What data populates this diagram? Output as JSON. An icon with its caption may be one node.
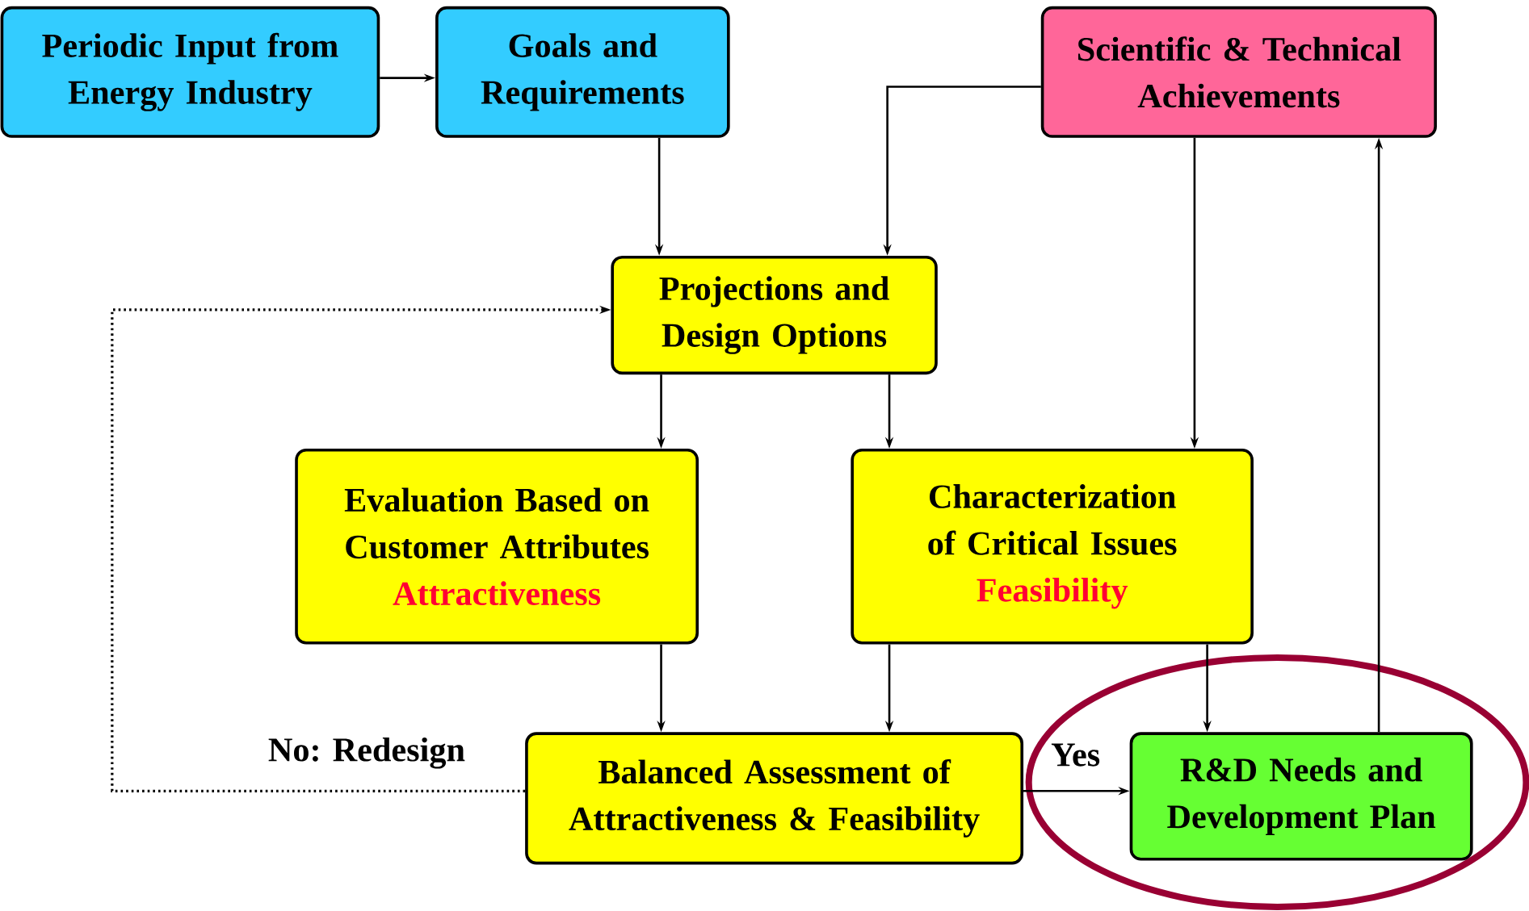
{
  "diagram": {
    "nodes": [
      {
        "text": [
          "Periodic Input from Energy Industry"
        ]
      },
      {
        "text": [
          "Goals and Requirements"
        ]
      },
      {
        "text": [
          "Scientific & Technical Achievements"
        ]
      },
      {
        "text": [
          "Projections and Design Options"
        ]
      },
      {
        "text": [
          "Evaluation Based on Customer Attributes",
          "Attractiveness"
        ]
      },
      {
        "text": [
          "Characterization of Critical Issues",
          "Feasibility"
        ]
      },
      {
        "text": [
          "Balanced Assessment of Attractiveness & Feasibility"
        ]
      },
      {
        "text": [
          "R&D Needs and Development Plan"
        ]
      }
    ],
    "edges": [
      {
        "from": 0,
        "to": 1,
        "arrow": "to"
      },
      {
        "from": 1,
        "to": 3,
        "arrow": "to"
      },
      {
        "from": 2,
        "to": 3,
        "arrow": "to"
      },
      {
        "from": 3,
        "to": 4,
        "arrow": "to"
      },
      {
        "from": 3,
        "to": 5,
        "arrow": "to"
      },
      {
        "from": 2,
        "to": 5,
        "arrow": "to"
      },
      {
        "from": 4,
        "to": 6,
        "arrow": "to"
      },
      {
        "from": 5,
        "to": 6,
        "arrow": "to"
      },
      {
        "from": 5,
        "to": 7,
        "arrow": "to"
      },
      {
        "from": 6,
        "to": 7,
        "arrow": "to",
        "label": "Yes"
      },
      {
        "from": 6,
        "to": 3,
        "arrow": "to",
        "label": "No:  Redesign",
        "style": "dashed"
      },
      {
        "from": 7,
        "to": 2,
        "arrow": "to"
      }
    ]
  }
}
